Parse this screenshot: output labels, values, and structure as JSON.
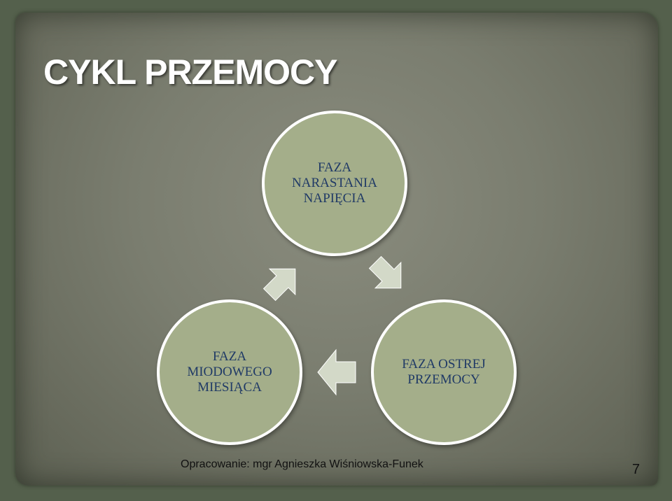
{
  "slide": {
    "title": "CYKL PRZEMOCY",
    "footer": "Opracowanie: mgr Agnieszka Wiśniowska-Funek",
    "page_number": "7"
  },
  "cycle": {
    "nodes": [
      {
        "id": "top",
        "label": "FAZA\nNARASTANIA\nNAPIĘCIA"
      },
      {
        "id": "right",
        "label": "FAZA OSTREJ\nPRZEMOCY"
      },
      {
        "id": "left",
        "label": "FAZA\nMIODOWEGO\nMIESIĄCA"
      }
    ],
    "flow": [
      "top -> right",
      "right -> left",
      "left -> top"
    ]
  },
  "colors": {
    "node_fill": "#a4ae8a",
    "node_border": "#ffffff",
    "node_text": "#203a66",
    "arrow_fill": "#d3d9c8",
    "title": "#ffffff"
  }
}
